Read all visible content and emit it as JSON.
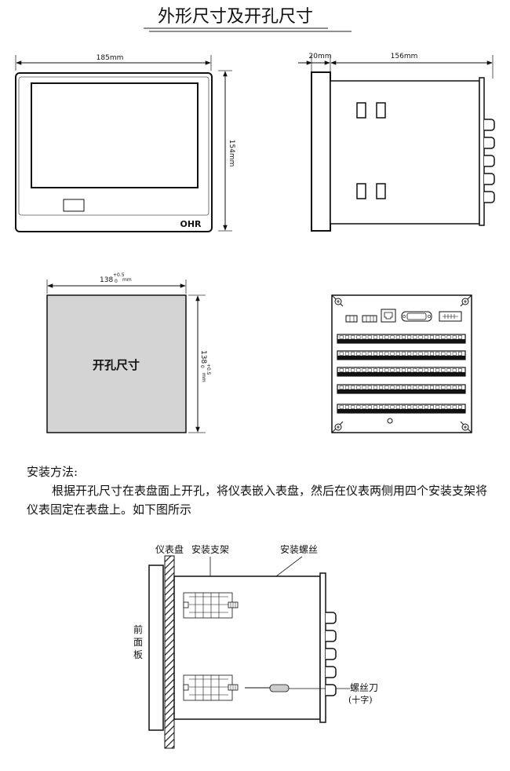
{
  "title": "外形尺寸及开孔尺寸",
  "front_view": {
    "width_label": "185mm",
    "height_label": "154mm",
    "brand": "OHR"
  },
  "side_view": {
    "depth_front_label": "20mm",
    "depth_body_label": "156mm"
  },
  "cutout": {
    "width_label": "138",
    "height_label": "138",
    "tolerance_upper": "+0.5",
    "tolerance_lower": "0",
    "unit": "mm",
    "center_label": "开孔尺寸"
  },
  "install": {
    "heading": "安装方法:",
    "text": "根据开孔尺寸在表盘面上开孔，将仪表嵌入表盘，然后在仪表两侧用四个安装支架将仪表固定在表盘上。如下图所示",
    "labels": {
      "panel": "仪表盘",
      "bracket": "安装支架",
      "screw": "安装螺丝",
      "front_panel": [
        "前",
        "面",
        "板"
      ],
      "screwdriver": "螺丝刀",
      "screwdriver_type": "(十字)"
    }
  }
}
